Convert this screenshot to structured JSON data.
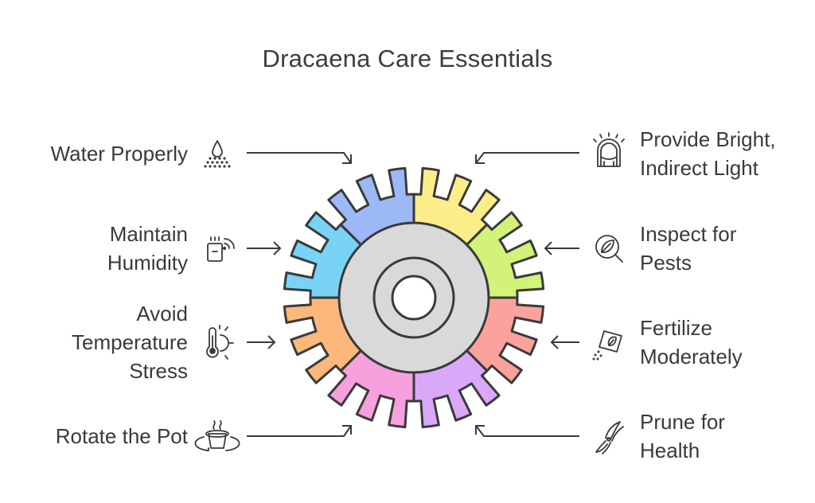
{
  "title": "Dracaena Care Essentials",
  "items": [
    {
      "id": "water",
      "side": "left",
      "lines": [
        "Water Properly"
      ],
      "icon": "water-drops-icon",
      "color": "#9db8f7"
    },
    {
      "id": "humidity",
      "side": "left",
      "lines": [
        "Maintain",
        "Humidity"
      ],
      "icon": "humidifier-icon",
      "color": "#79d3f4"
    },
    {
      "id": "temperature",
      "side": "left",
      "lines": [
        "Avoid",
        "Temperature",
        "Stress"
      ],
      "icon": "thermometer-sun-icon",
      "color": "#fbb87a"
    },
    {
      "id": "rotate",
      "side": "left",
      "lines": [
        "Rotate the Pot"
      ],
      "icon": "rotating-pot-icon",
      "color": "#f6a0dd"
    },
    {
      "id": "light",
      "side": "right",
      "lines": [
        "Provide Bright,",
        "Indirect Light"
      ],
      "icon": "window-light-icon",
      "color": "#fbee88"
    },
    {
      "id": "pests",
      "side": "right",
      "lines": [
        "Inspect for",
        "Pests"
      ],
      "icon": "magnifier-leaf-icon",
      "color": "#d3f27a"
    },
    {
      "id": "fertilize",
      "side": "right",
      "lines": [
        "Fertilize",
        "Moderately"
      ],
      "icon": "fertilizer-bag-icon",
      "color": "#fba29d"
    },
    {
      "id": "prune",
      "side": "right",
      "lines": [
        "Prune for",
        "Health"
      ],
      "icon": "pruning-shears-icon",
      "color": "#daa8f8"
    }
  ]
}
